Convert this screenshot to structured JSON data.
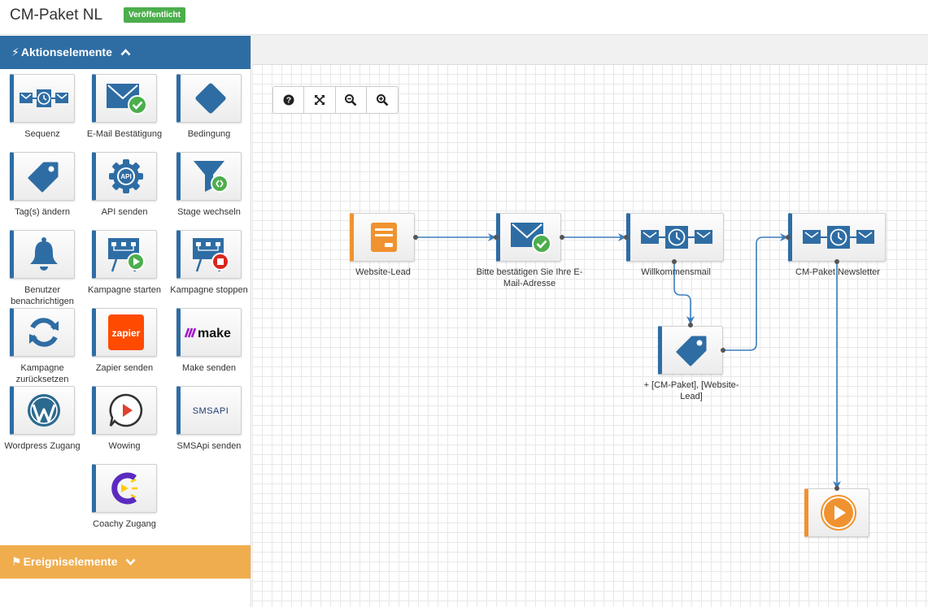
{
  "header": {
    "title": "CM-Paket NL",
    "status_badge": "Veröffentlicht"
  },
  "sidebar": {
    "action_panel_title": "Aktionselemente",
    "event_panel_title": "Ereigniselemente",
    "items": [
      {
        "label": "Sequenz",
        "icon": "sequence-icon"
      },
      {
        "label": "E-Mail Bestätigung",
        "icon": "email-confirm-icon"
      },
      {
        "label": "Bedingung",
        "icon": "diamond-icon"
      },
      {
        "label": "Tag(s) ändern",
        "icon": "tag-icon"
      },
      {
        "label": "API senden",
        "icon": "api-gear-icon"
      },
      {
        "label": "Stage wechseln",
        "icon": "funnel-icon"
      },
      {
        "label": "Benutzer benachrichtigen",
        "icon": "bell-icon"
      },
      {
        "label": "Kampagne starten",
        "icon": "campaign-start-icon"
      },
      {
        "label": "Kampagne stoppen",
        "icon": "campaign-stop-icon"
      },
      {
        "label": "Kampagne zurücksetzen",
        "icon": "refresh-icon"
      },
      {
        "label": "Zapier senden",
        "icon": "zapier-logo",
        "logo_text": "zapier"
      },
      {
        "label": "Make senden",
        "icon": "make-logo",
        "logo_text": "make"
      },
      {
        "label": "Wordpress Zugang",
        "icon": "wordpress-logo"
      },
      {
        "label": "Wowing",
        "icon": "wowing-logo"
      },
      {
        "label": "SMSApi senden",
        "icon": "smsapi-logo",
        "logo_text": "SMSAPI"
      },
      {
        "label": "Coachy Zugang",
        "icon": "coachy-logo"
      }
    ]
  },
  "canvas": {
    "toolbar": [
      {
        "name": "help",
        "icon": "question-icon"
      },
      {
        "name": "fit",
        "icon": "expand-icon"
      },
      {
        "name": "zoom-out",
        "icon": "zoom-out-icon"
      },
      {
        "name": "zoom-in",
        "icon": "zoom-in-icon"
      }
    ],
    "nodes": [
      {
        "id": "website-lead",
        "label": "Website-Lead",
        "icon": "form-icon"
      },
      {
        "id": "email-confirm",
        "label": "Bitte bestätigen Sie Ihre E-Mail-Adresse",
        "icon": "email-confirm-icon"
      },
      {
        "id": "welcome-mail",
        "label": "Willkommensmail",
        "icon": "sequence-icon"
      },
      {
        "id": "newsletter",
        "label": "CM-Paket Newsletter",
        "icon": "sequence-icon"
      },
      {
        "id": "tags",
        "label": "+ [CM-Paket], [Website-Lead]",
        "icon": "tag-icon"
      },
      {
        "id": "start",
        "label": "",
        "icon": "play-icon"
      }
    ]
  },
  "colors": {
    "primary": "#2e6da4",
    "accent_orange": "#f0ad4e",
    "node_orange": "#f0922f",
    "success": "#4cae4c",
    "wire": "#3a7dbd"
  }
}
